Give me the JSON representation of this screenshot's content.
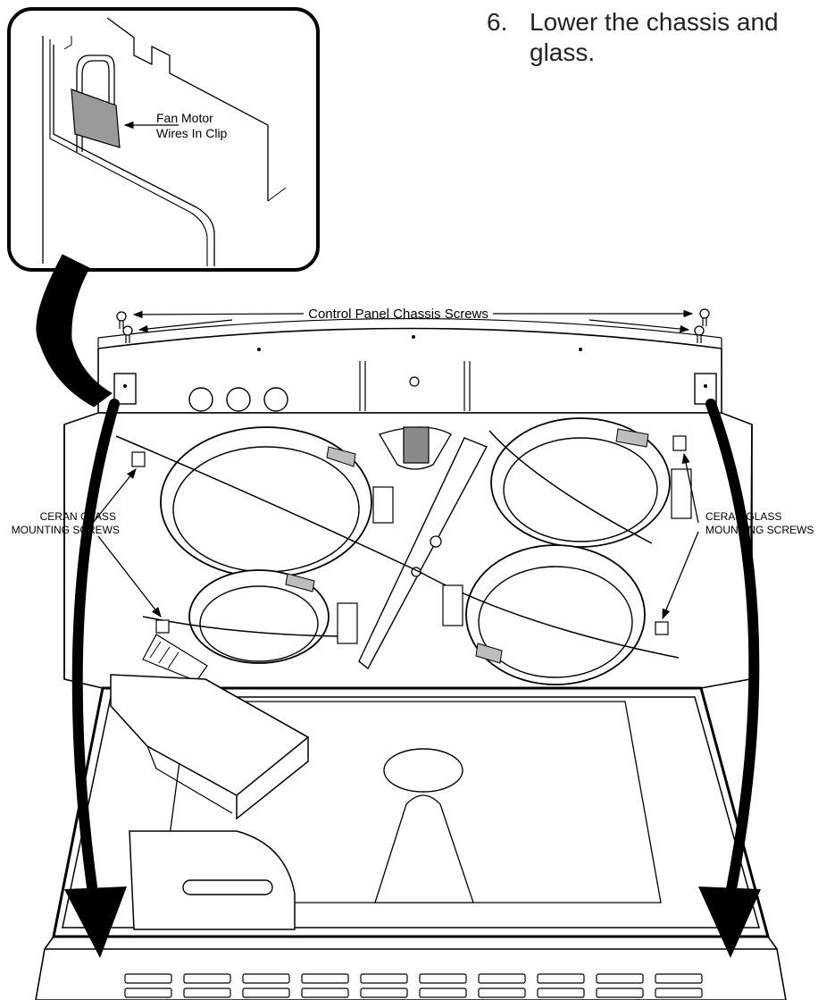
{
  "step": {
    "number": "6.",
    "line1": "Lower the chassis and",
    "line2": "glass."
  },
  "callouts": {
    "fan_motor_line1": "Fan Motor",
    "fan_motor_line2": "Wires In Clip",
    "control_panel_screws": "Control Panel Chassis Screws",
    "left_ceran_line1": "CERAN GLASS",
    "left_ceran_line2": "MOUNTING SCREWS",
    "right_ceran_line1": "CERAN GLASS",
    "right_ceran_line2": "MOUNTING SCREWS"
  }
}
